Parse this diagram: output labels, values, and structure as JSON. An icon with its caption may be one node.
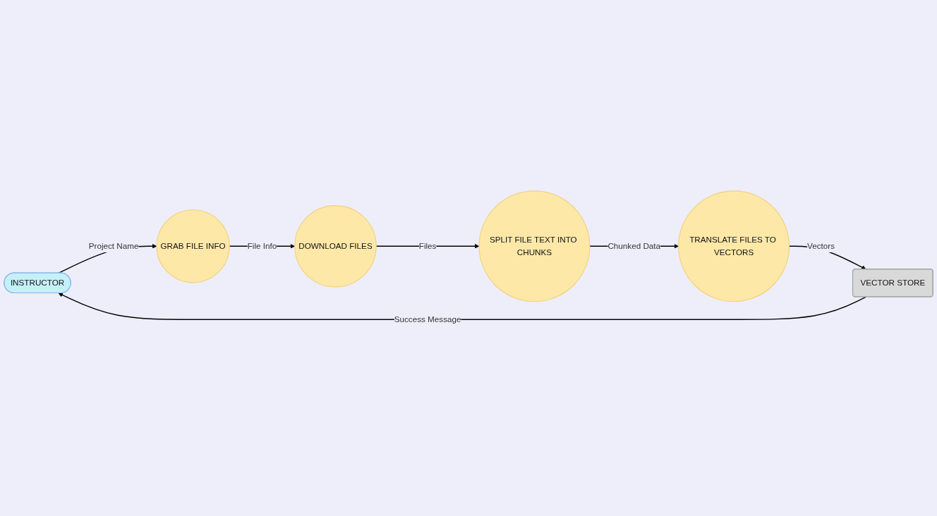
{
  "diagram": {
    "nodes": [
      {
        "text": [
          "INSTRUCTOR"
        ]
      },
      {
        "text": [
          "GRAB FILE INFO"
        ]
      },
      {
        "text": [
          "DOWNLOAD FILES"
        ]
      },
      {
        "text": [
          "SPLIT FILE TEXT INTO CHUNKS"
        ]
      },
      {
        "text": [
          "TRANSLATE FILES TO VECTORS"
        ]
      },
      {
        "text": [
          "VECTOR STORE"
        ]
      }
    ],
    "edges": [
      {
        "from": 0,
        "to": 1,
        "arrow": "to",
        "label": "Project Name"
      },
      {
        "from": 1,
        "to": 2,
        "arrow": "to",
        "label": "File Info"
      },
      {
        "from": 2,
        "to": 3,
        "arrow": "to",
        "label": "Files"
      },
      {
        "from": 3,
        "to": 4,
        "arrow": "to",
        "label": "Chunked Data"
      },
      {
        "from": 4,
        "to": 5,
        "arrow": "to",
        "label": "Vectors"
      },
      {
        "from": 5,
        "to": 0,
        "arrow": "to",
        "label": "Success Message"
      }
    ]
  }
}
